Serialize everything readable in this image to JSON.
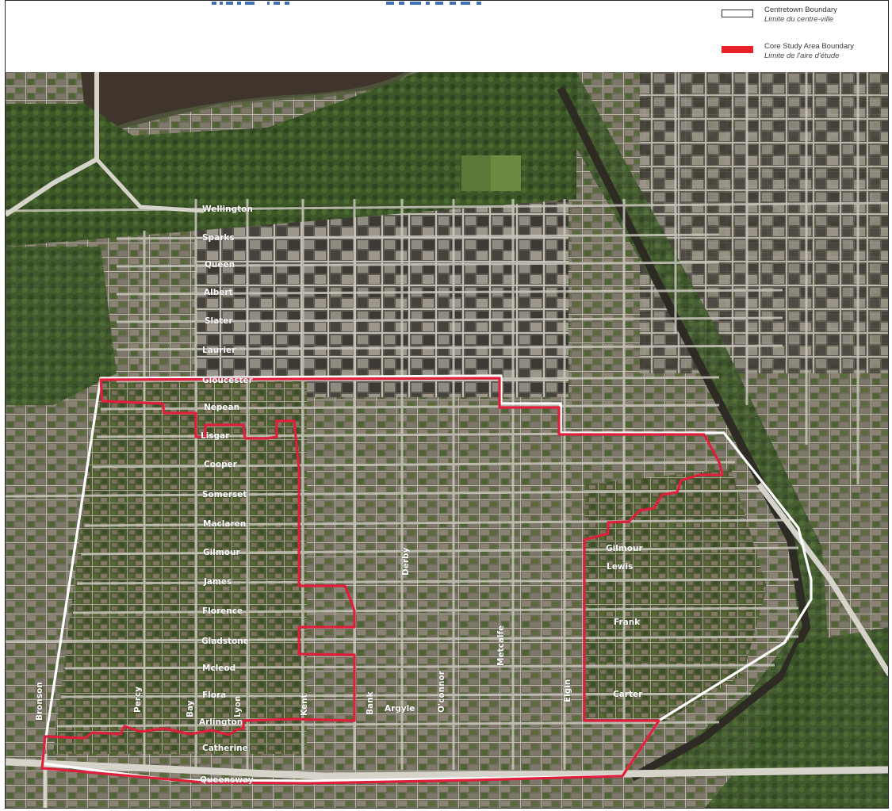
{
  "legend": {
    "items": [
      {
        "en": "Centretown Boundary",
        "fr": "Limite du centre-ville",
        "color": "#ffffff",
        "border": "#333333"
      },
      {
        "en": "Core Study Area Boundary",
        "fr": "Limite de l'aire d'étude",
        "color": "#e8202a",
        "border": "#e8202a"
      }
    ]
  },
  "map": {
    "colors": {
      "centretown_boundary": "#ffffff",
      "core_boundary": "#e01f3d",
      "river": "#3f352c",
      "vegetation": "#3f5a2c",
      "urban": "#7b7466",
      "road": "#c9c6bd"
    },
    "street_labels": {
      "wellington": "Wellington",
      "sparks": "Sparks",
      "queen": "Queen",
      "albert": "Albert",
      "slater": "Slater",
      "laurier": "Laurier",
      "gloucester": "Gloucester",
      "nepean": "Nepean",
      "lisgar": "Lisgar",
      "cooper": "Cooper",
      "somerset": "Somerset",
      "maclaren": "Maclaren",
      "gilmour_west": "Gilmour",
      "james": "James",
      "florence": "Florence",
      "gladstone": "Gladstone",
      "mcleod": "Mcleod",
      "flora": "Flora",
      "arlington": "Arlington",
      "catherine": "Catherine",
      "queensway": "Queensway",
      "bronson": "Bronson",
      "percy": "Percy",
      "bay": "Bay",
      "lyon": "Lyon",
      "kent": "Kent",
      "bank": "Bank",
      "argyle": "Argyle",
      "oconnor": "O'connor",
      "metcalfe": "Metcalfe",
      "derby": "Derby",
      "elgin": "Elgin",
      "gilmour_east": "Gilmour",
      "lewis": "Lewis",
      "frank": "Frank",
      "carter": "Carter"
    }
  }
}
